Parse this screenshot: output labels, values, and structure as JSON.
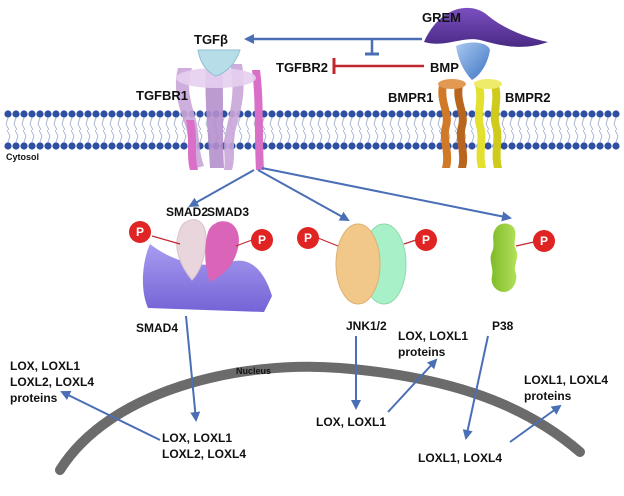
{
  "labels": {
    "grem": "GREM",
    "tgfb": "TGFβ",
    "tgfbr2": "TGFBR2",
    "bmp": "BMP",
    "tgfbr1": "TGFBR1",
    "bmpr1": "BMPR1",
    "bmpr2": "BMPR2",
    "cytosol": "Cytosol",
    "smad2": "SMAD2",
    "smad3": "SMAD3",
    "smad4": "SMAD4",
    "jnk": "JNK1/2",
    "p38": "P38",
    "nucleus": "Nucleus",
    "phospho": "P"
  },
  "left_proteins": {
    "line1": "LOX, LOXL1",
    "line2": "LOXL2, LOXL4",
    "line3": "proteins"
  },
  "smad_genes": {
    "line1": "LOX, LOXL1",
    "line2": "LOXL2, LOXL4"
  },
  "jnk_genes": {
    "line1": "LOX, LOXL1"
  },
  "jnk_proteins": {
    "line1": "LOX, LOXL1",
    "line2": "proteins"
  },
  "p38_genes": {
    "line1": "LOXL1, LOXL4"
  },
  "p38_proteins": {
    "line1": "LOXL1, LOXL4",
    "line2": "proteins"
  },
  "colors": {
    "arrow": "#4a6fb5",
    "inhibit_red": "#c0282d",
    "membrane_head": "#2f4fa3",
    "grem": "#6a3fa8",
    "bmp": "#5a8fd0",
    "tgfb": "#b7dde8",
    "tgfbr1": "#c9a5d8",
    "tgfbr1_accent": "#d96fc6",
    "bmpr1": "#d07a28",
    "bmpr2": "#e3e02e",
    "smad2": "#e8d6dc",
    "smad3": "#d964b8",
    "smad4": "#8e7fe0",
    "jnk_a": "#f2c88a",
    "jnk_b": "#a8f0c8",
    "p38": "#93c93a",
    "phospho": "#e02424",
    "nucleus": "#6b6b6b"
  }
}
